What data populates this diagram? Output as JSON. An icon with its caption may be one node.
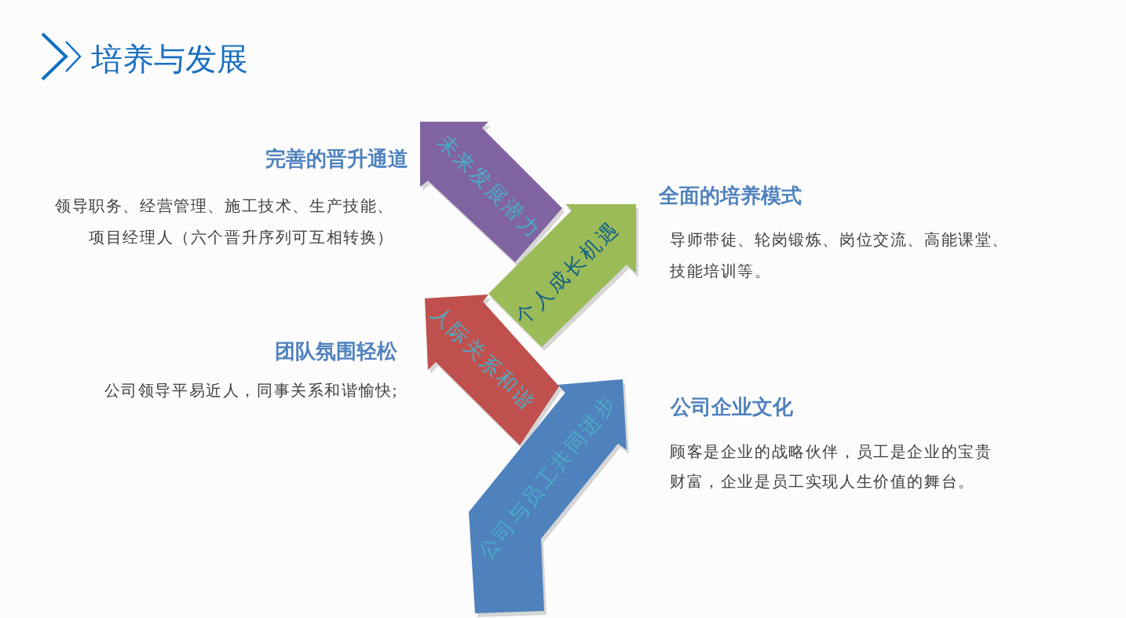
{
  "diagram": {
    "title": "培养与发展",
    "nodes": [
      {
        "text": [
          "未来发展潜力"
        ],
        "beside": [
          "完善的晋升通道",
          "领导职务、经营管理、施工技术、生产技能、项目经理人（六个晋升序列可互相转换）"
        ]
      },
      {
        "text": [
          "个人成长机遇"
        ],
        "beside": [
          "全面的培养模式",
          "导师带徒、轮岗锻炼、岗位交流、高能课堂、技能培训等。"
        ]
      },
      {
        "text": [
          "人际关系和谐"
        ],
        "beside": [
          "团队氛围轻松",
          "公司领导平易近人，同事关系和谐愉快;"
        ]
      },
      {
        "text": [
          "公司与员工共同进步"
        ],
        "beside": [
          "公司企业文化",
          "顾客是企业的战略伙伴，员工是企业的宝贵财富，企业是员工实现人生价值的舞台。"
        ]
      }
    ]
  }
}
